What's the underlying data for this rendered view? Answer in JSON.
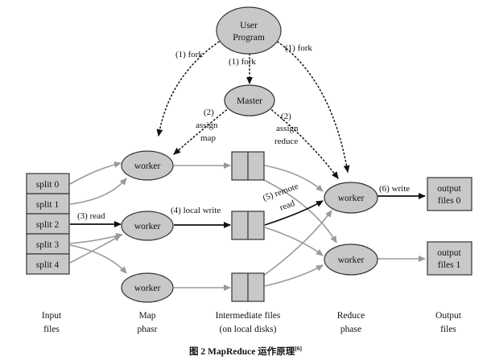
{
  "diagram": {
    "user_program": [
      "User",
      "Program"
    ],
    "master": "Master",
    "worker": "worker",
    "splits": [
      "split 0",
      "split 1",
      "split 2",
      "split 3",
      "split 4"
    ],
    "output_files": [
      [
        "output",
        "files 0"
      ],
      [
        "output",
        "files 1"
      ]
    ],
    "edge_labels": {
      "fork_left": "(1) fork",
      "fork_mid": "(1) fork",
      "fork_right": "(1) fork",
      "assign_map": [
        "(2)",
        "assign",
        "map"
      ],
      "assign_reduce": [
        "(2)",
        "assign",
        "reduce"
      ],
      "read": "(3) read",
      "local_write": "(4) local write",
      "remote_read": [
        "(5) remote",
        "read"
      ],
      "write": "(6) write"
    },
    "stages": {
      "input": [
        "Input",
        "files"
      ],
      "map": [
        "Map",
        "phasr"
      ],
      "intermediate": [
        "Intermediate files",
        "(on local disks)"
      ],
      "reduce": [
        "Reduce",
        "phase"
      ],
      "output": [
        "Output",
        "files"
      ]
    },
    "caption": {
      "prefix": "图 2   MapReduce 运作原理",
      "ref": "[6]"
    }
  }
}
